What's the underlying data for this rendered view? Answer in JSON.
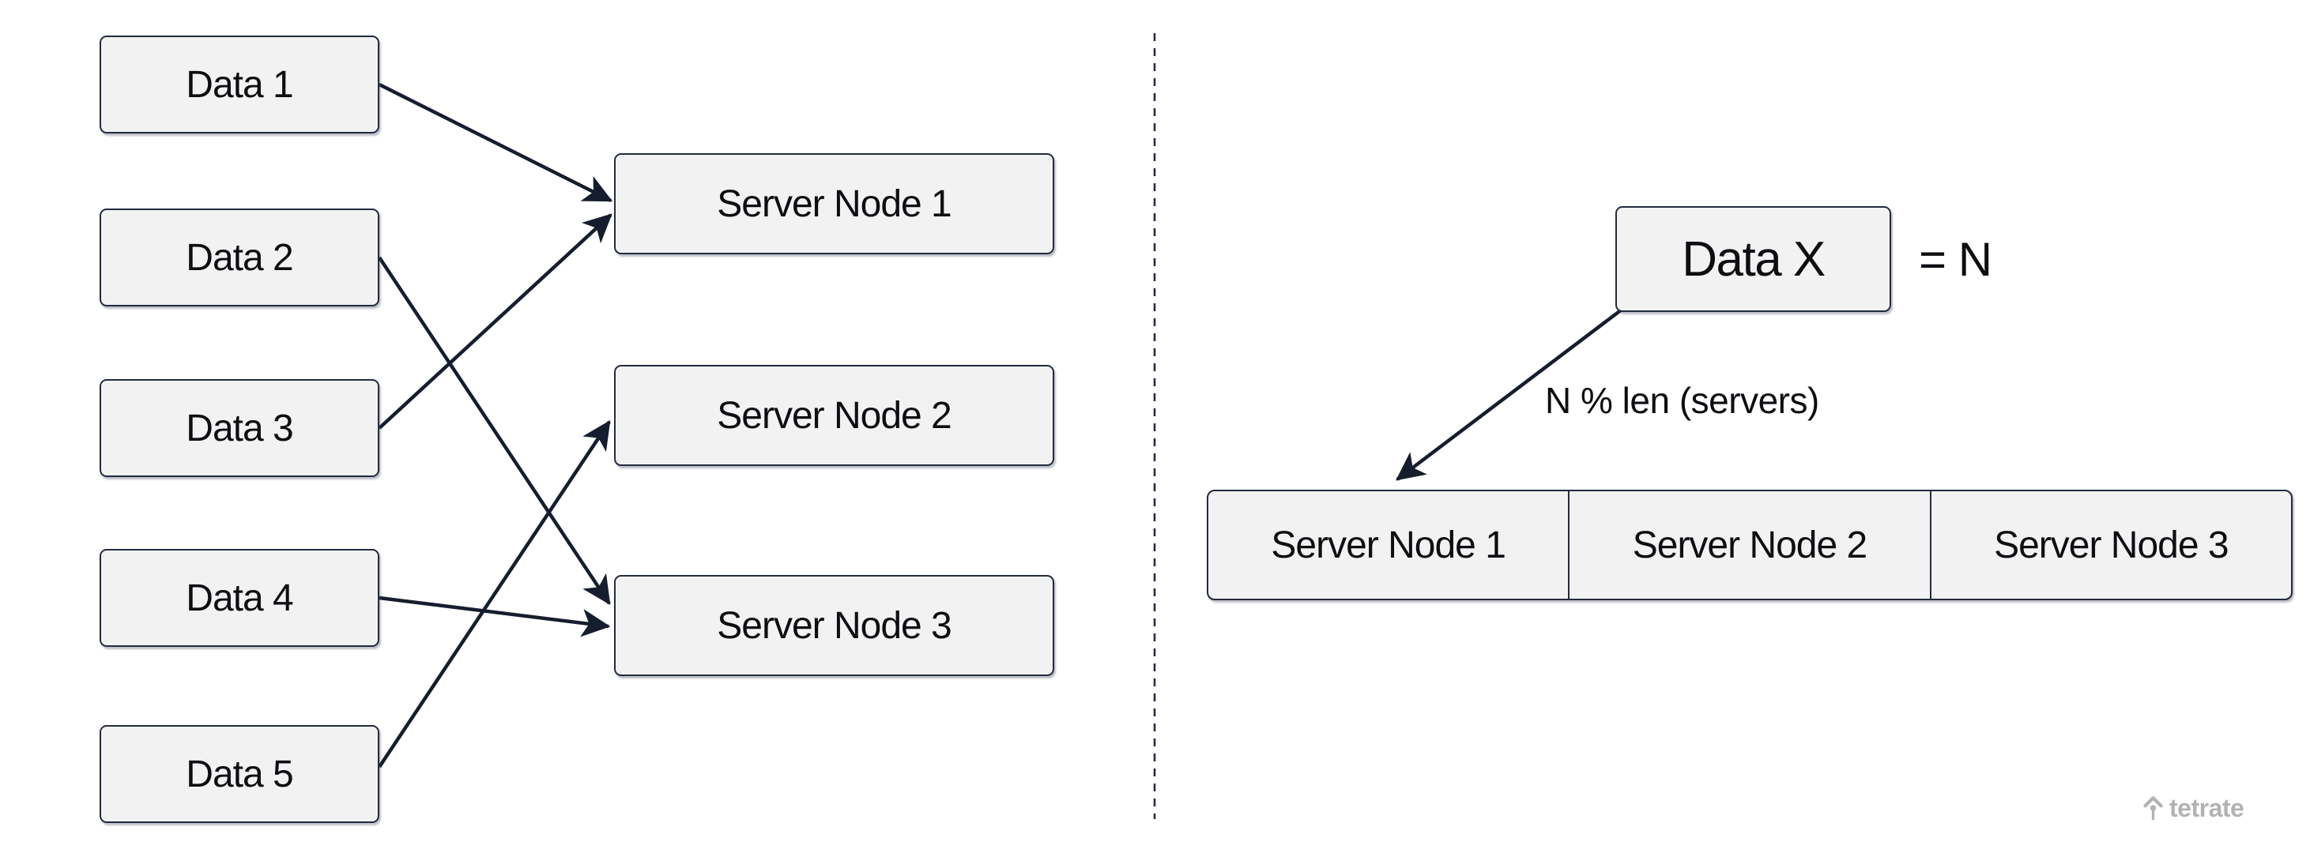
{
  "left_diagram": {
    "data_nodes": [
      {
        "label": "Data 1"
      },
      {
        "label": "Data 2"
      },
      {
        "label": "Data 3"
      },
      {
        "label": "Data 4"
      },
      {
        "label": "Data 5"
      }
    ],
    "server_nodes": [
      {
        "label": "Server Node 1"
      },
      {
        "label": "Server Node 2"
      },
      {
        "label": "Server Node 3"
      }
    ],
    "connections": [
      {
        "from": "Data 1",
        "to": "Server Node 1"
      },
      {
        "from": "Data 2",
        "to": "Server Node 3"
      },
      {
        "from": "Data 3",
        "to": "Server Node 1"
      },
      {
        "from": "Data 4",
        "to": "Server Node 3"
      },
      {
        "from": "Data 5",
        "to": "Server Node 2"
      }
    ]
  },
  "right_diagram": {
    "data_node": {
      "label": "Data X"
    },
    "equals_label": "= N",
    "arrow_label": "N % len (servers)",
    "arrow_from": "Data X",
    "arrow_to": "Server Node 1",
    "server_cells": [
      {
        "label": "Server Node 1"
      },
      {
        "label": "Server Node 2"
      },
      {
        "label": "Server Node 3"
      }
    ]
  },
  "footer": {
    "brand": "tetrate"
  },
  "colors": {
    "background": "#ffffff",
    "box_fill": "#f2f2f2",
    "box_border": "#232b3e",
    "arrow": "#161d2e",
    "logo_gray": "#b3b3b3"
  }
}
